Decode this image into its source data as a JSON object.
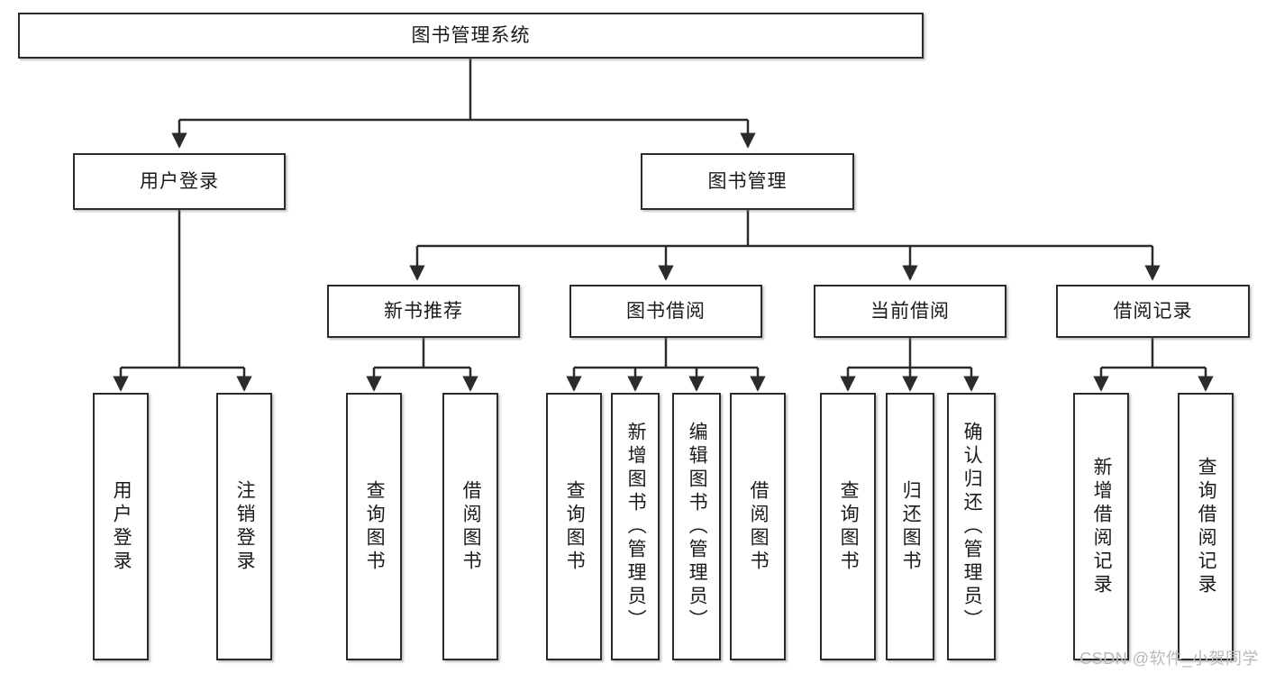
{
  "diagram": {
    "title_node": {
      "label": "图书管理系统"
    },
    "level2": [
      {
        "id": "user-login",
        "label": "用户登录"
      },
      {
        "id": "book-management",
        "label": "图书管理"
      }
    ],
    "level3": [
      {
        "id": "new-book-recommend",
        "label": "新书推荐"
      },
      {
        "id": "book-borrow",
        "label": "图书借阅"
      },
      {
        "id": "current-borrow",
        "label": "当前借阅"
      },
      {
        "id": "borrow-record",
        "label": "借阅记录"
      }
    ],
    "leaves": [
      {
        "id": "leaf-user-login",
        "label": "用户登录",
        "parent": "user-login"
      },
      {
        "id": "leaf-logout-login",
        "label": "注销登录",
        "parent": "user-login"
      },
      {
        "id": "leaf-query-book-1",
        "label": "查询图书",
        "parent": "new-book-recommend"
      },
      {
        "id": "leaf-borrow-book-1",
        "label": "借阅图书",
        "parent": "new-book-recommend"
      },
      {
        "id": "leaf-query-book-2",
        "label": "查询图书",
        "parent": "book-borrow"
      },
      {
        "id": "leaf-add-book",
        "label": "新增图书（管理员）",
        "parent": "book-borrow"
      },
      {
        "id": "leaf-edit-book",
        "label": "编辑图书（管理员）",
        "parent": "book-borrow"
      },
      {
        "id": "leaf-borrow-book-2",
        "label": "借阅图书",
        "parent": "book-borrow"
      },
      {
        "id": "leaf-query-book-3",
        "label": "查询图书",
        "parent": "current-borrow"
      },
      {
        "id": "leaf-return-book",
        "label": "归还图书",
        "parent": "current-borrow"
      },
      {
        "id": "leaf-confirm-return",
        "label": "确认归还（管理员）",
        "parent": "current-borrow"
      },
      {
        "id": "leaf-add-borrow-record",
        "label": "新增借阅记录",
        "parent": "borrow-record"
      },
      {
        "id": "leaf-query-borrow-record",
        "label": "查询借阅记录",
        "parent": "borrow-record"
      }
    ],
    "watermark": "CSDN @软件_小贺同学"
  }
}
